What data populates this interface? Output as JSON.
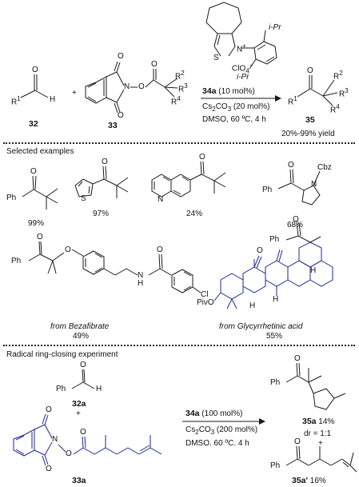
{
  "scheme": {
    "aldehyde": {
      "r1": "R",
      "r1_sup": "1",
      "o": "O",
      "h": "H",
      "number": "32"
    },
    "plus": "+",
    "ester": {
      "n": "N",
      "o": "O",
      "r2": "R",
      "r2_sup": "2",
      "r3": "R",
      "r3_sup": "3",
      "r4": "R",
      "r4_sup": "4",
      "number": "33"
    },
    "catalyst": {
      "ipr_top": "i-Pr",
      "ipr_bottom": "i-Pr",
      "n_plus": "N",
      "s": "S",
      "counterion": "ClO",
      "counterion_sub": "4",
      "counterion_sup": "−",
      "number": "34a",
      "loading": " (10 mol%)"
    },
    "conditions": {
      "base": "Cs",
      "base_sub1": "2",
      "base_mid": "CO",
      "base_sub2": "3",
      "base_loading": " (20 mol%)",
      "solvent": "DMSO, 60 ºC, 4 h"
    },
    "product": {
      "r1": "R",
      "r1_sup": "1",
      "o": "O",
      "r2": "R",
      "r2_sup": "2",
      "r3": "R",
      "r3_sup": "3",
      "r4": "R",
      "r4_sup": "4",
      "number": "35",
      "yield": "20%-99% yield"
    }
  },
  "selected": {
    "heading": "Selected examples",
    "items": [
      {
        "ph": "Ph",
        "o": "O",
        "yield": "99%"
      },
      {
        "s": "S",
        "o": "O",
        "yield": "97%"
      },
      {
        "n": "N",
        "o": "O",
        "yield": "24%"
      },
      {
        "ph": "Ph",
        "o": "O",
        "n": "N",
        "cbz": "Cbz",
        "yield": "68%"
      }
    ],
    "bezafibrate": {
      "ph": "Ph",
      "o1": "O",
      "o2": "O",
      "o3": "O",
      "nh": "N",
      "h": "H",
      "cl": "Cl",
      "source": "from Bezafibrate",
      "yield": "49%"
    },
    "glycyrrhetinic": {
      "ph": "Ph",
      "o1": "O",
      "o2": "O",
      "piv": "PivO",
      "h1": "H",
      "h2": "H",
      "h3": "H",
      "source": "from Glycyrrhetinic acid",
      "yield": "55%"
    }
  },
  "radical": {
    "heading": "Radical ring-closing experiment",
    "aldehyde": {
      "ph": "Ph",
      "o": "O",
      "h": "H",
      "number": "32a"
    },
    "plus": "+",
    "ester": {
      "n": "N",
      "o1": "O",
      "o2": "O",
      "o3": "O",
      "o4": "O",
      "number": "33a"
    },
    "conditions": {
      "cat": "34a",
      "cat_loading": " (100 mol%)",
      "base": "Cs",
      "base_sub1": "2",
      "base_mid": "CO",
      "base_sub2": "3",
      "base_loading": " (200 mol%)",
      "solvent": "DMSO. 60 ºC. 4 h"
    },
    "product1": {
      "ph": "Ph",
      "o": "O",
      "number": "35a",
      "yield": " 14%",
      "dr": "dr = 1:1"
    },
    "plus2": "+",
    "product2": {
      "ph": "Ph",
      "o": "O",
      "number": "35a'",
      "yield": " 16%"
    }
  }
}
